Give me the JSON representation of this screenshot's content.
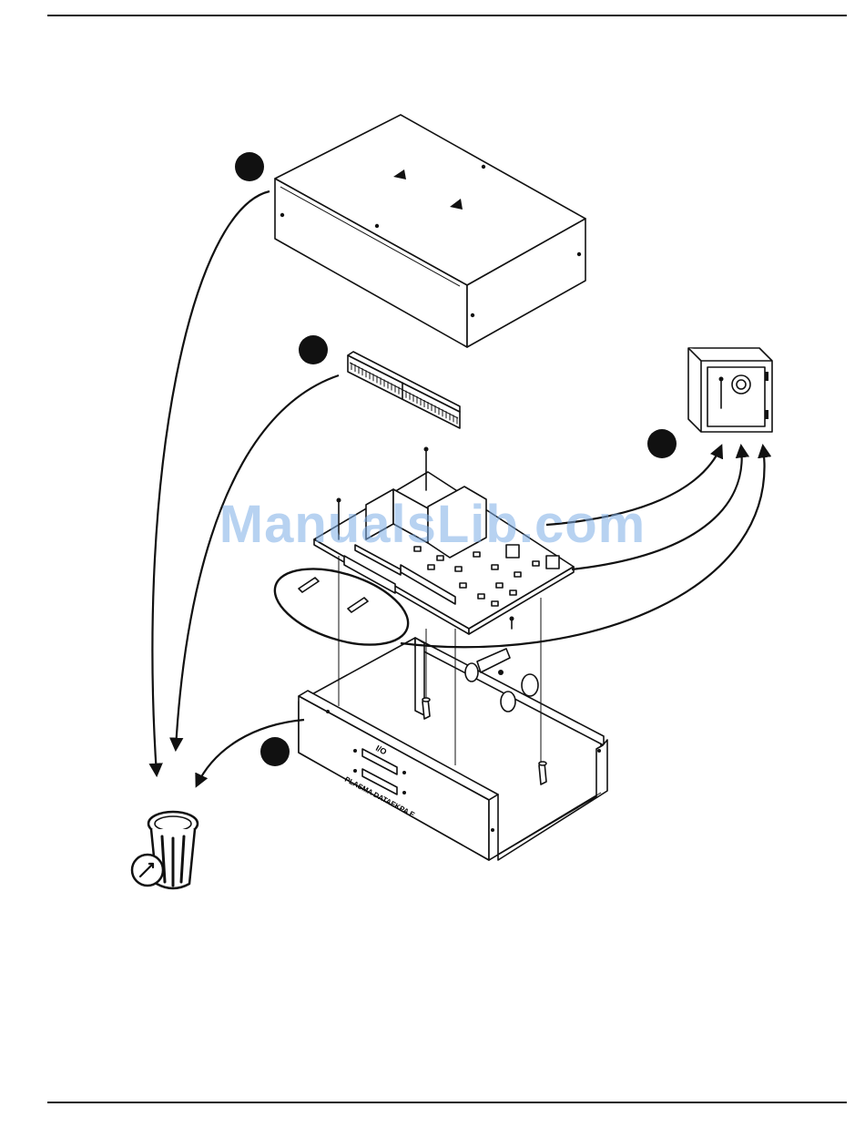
{
  "watermark": "ManualsLib.com",
  "front_panel": {
    "label_top": "I/O",
    "label_bottom": "PLASMA DATAEKPA E"
  },
  "callouts": [
    {
      "id": "cover"
    },
    {
      "id": "ribbon-connector"
    },
    {
      "id": "circuit-board"
    },
    {
      "id": "front-panel"
    }
  ],
  "destinations": [
    "trash-bin",
    "safe"
  ],
  "colors": {
    "ink": "#111111",
    "watermark": "#7eaee6",
    "paper": "#ffffff"
  }
}
